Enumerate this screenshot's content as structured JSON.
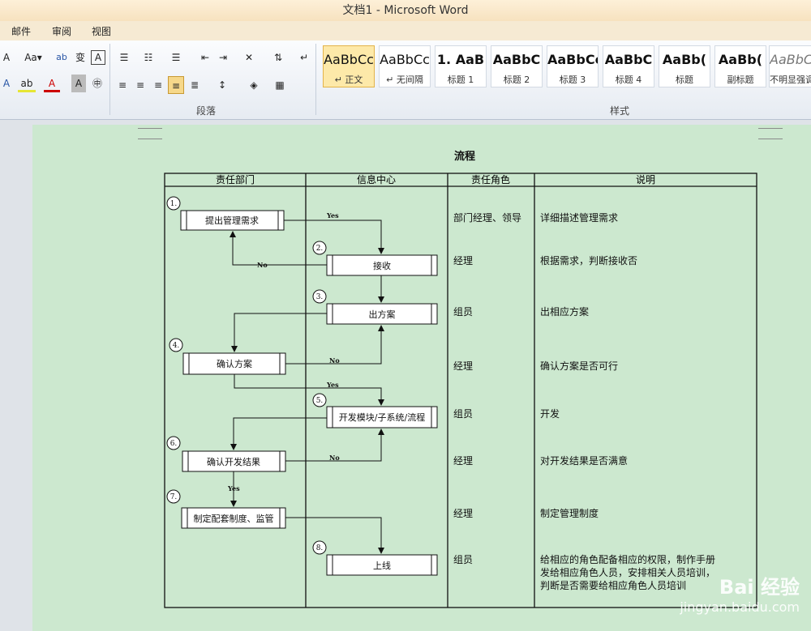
{
  "window": {
    "title": "文档1 - Microsoft Word"
  },
  "menu": {
    "items": [
      "邮件",
      "审阅",
      "视图"
    ]
  },
  "ribbon": {
    "font_labels": [
      "Aa",
      "A"
    ],
    "paragraph_group": "段落",
    "styles_group": "样式",
    "styles": [
      {
        "sample": "AaBbCc",
        "name": "↵ 正文"
      },
      {
        "sample": "AaBbCc",
        "name": "↵ 无间隔"
      },
      {
        "sample": "1. AaB",
        "name": "标题 1"
      },
      {
        "sample": "AaBbC",
        "name": "标题 2"
      },
      {
        "sample": "AaBbCc",
        "name": "标题 3"
      },
      {
        "sample": "AaBbC",
        "name": "标题 4"
      },
      {
        "sample": "AaBb(",
        "name": "标题"
      },
      {
        "sample": "AaBb(",
        "name": "副标题"
      },
      {
        "sample": "AaBbC",
        "name": "不明显强调"
      }
    ]
  },
  "document": {
    "title": "流程",
    "headers": [
      "责任部门",
      "信息中心",
      "责任角色",
      "说明"
    ],
    "steps": [
      {
        "num": "1.",
        "label": "提出管理需求",
        "role": "部门经理、领导",
        "desc": "详细描述管理需求"
      },
      {
        "num": "2.",
        "label": "接收",
        "role": "经理",
        "desc": "根据需求，判断接收否"
      },
      {
        "num": "3.",
        "label": "出方案",
        "role": "组员",
        "desc": "出相应方案"
      },
      {
        "num": "4.",
        "label": "确认方案",
        "role": "经理",
        "desc": "确认方案是否可行"
      },
      {
        "num": "5.",
        "label": "开发模块/子系统/流程",
        "role": "组员",
        "desc": "开发"
      },
      {
        "num": "6.",
        "label": "确认开发结果",
        "role": "经理",
        "desc": "对开发结果是否满意"
      },
      {
        "num": "7.",
        "label": "制定配套制度、监管",
        "role": "经理",
        "desc": "制定管理制度"
      },
      {
        "num": "8.",
        "label": "上线",
        "role": "组员",
        "desc_lines": [
          "给相应的角色配备相应的权限，制作手册",
          "发给相应角色人员，安排相关人员培训，",
          "判断是否需要给相应角色人员培训"
        ]
      }
    ],
    "edge_labels": {
      "yes": "Yes",
      "no": "No"
    }
  },
  "watermark": {
    "brand": "Bai 经验",
    "url": "jingyan.baidu.com"
  },
  "colors": {
    "page": "#cce8cf",
    "title_bar": "#f7e2bf",
    "selected_style": "#fde9a9"
  }
}
